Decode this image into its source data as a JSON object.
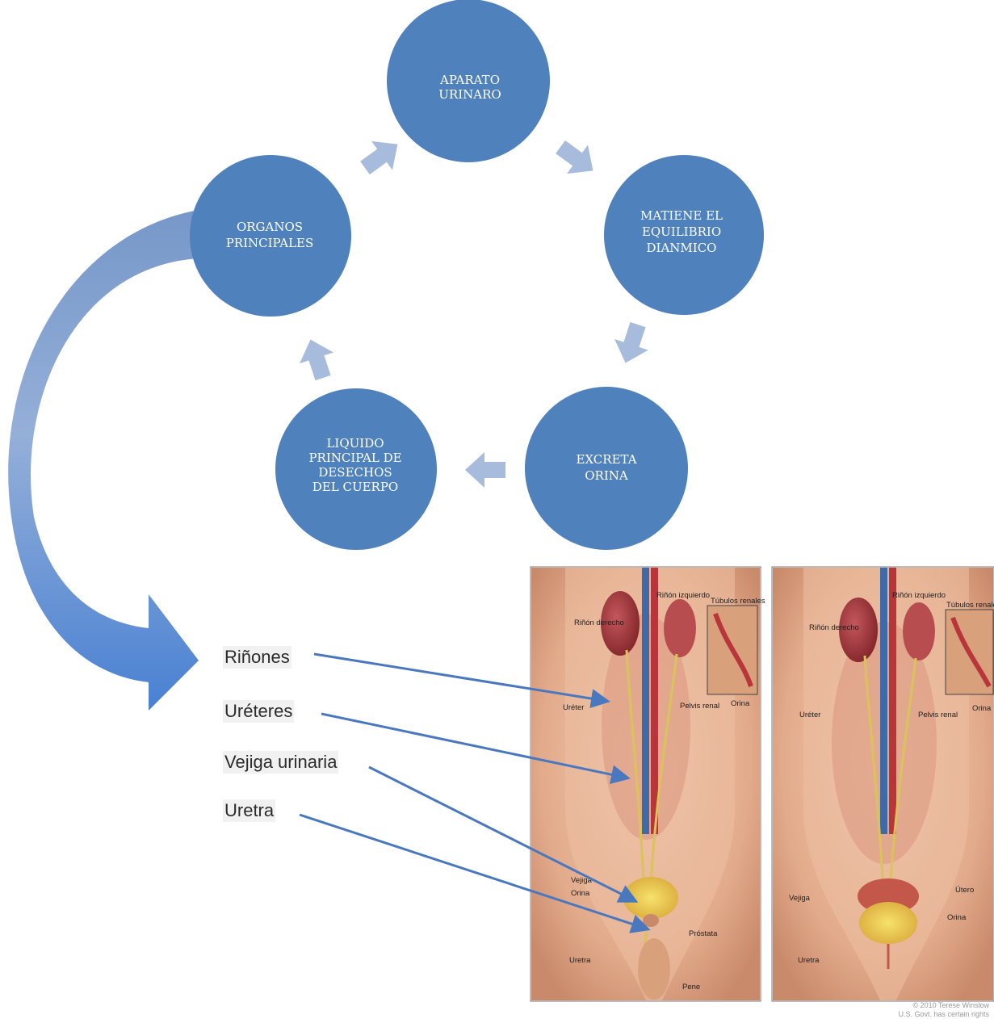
{
  "diagram": {
    "cycle_nodes": [
      {
        "id": "aparato",
        "lines": [
          "APARATO",
          "URINARO"
        ]
      },
      {
        "id": "equilibrio",
        "lines": [
          "MATIENE EL",
          "EQUILIBRIO",
          "DIANMICO"
        ]
      },
      {
        "id": "excreta",
        "lines": [
          "EXCRETA",
          "ORINA"
        ]
      },
      {
        "id": "liquido",
        "lines": [
          "LIQUIDO",
          "PRINCIPAL DE",
          "DESECHOS",
          "DEL CUERPO"
        ]
      },
      {
        "id": "organos",
        "lines": [
          "ORGANOS",
          "PRINCIPALES"
        ]
      }
    ],
    "organ_list": [
      "Riñones",
      "Uréteres",
      "Vejiga urinaria",
      "Uretra"
    ],
    "colors": {
      "circle": "#4f81bd",
      "cycle_arrow": "#a7bcdc",
      "curved_arrow": "#4e7fcc",
      "pointer_line": "#4a78bf"
    }
  },
  "anatomy": {
    "male_labels": [
      "Riñón derecho",
      "Riñón izquierdo",
      "Túbulos renales",
      "Orina",
      "Uréter",
      "Pelvis renal",
      "Vejiga",
      "Orina",
      "Próstata",
      "Uretra",
      "Pene"
    ],
    "female_labels": [
      "Riñón derecho",
      "Riñón izquierdo",
      "Túbulos renales",
      "Orina",
      "Uréter",
      "Pelvis renal",
      "Vejiga",
      "Útero",
      "Orina",
      "Uretra"
    ],
    "credit": [
      "© 2010 Terese Winslow",
      "U.S. Govt. has certain rights"
    ]
  }
}
